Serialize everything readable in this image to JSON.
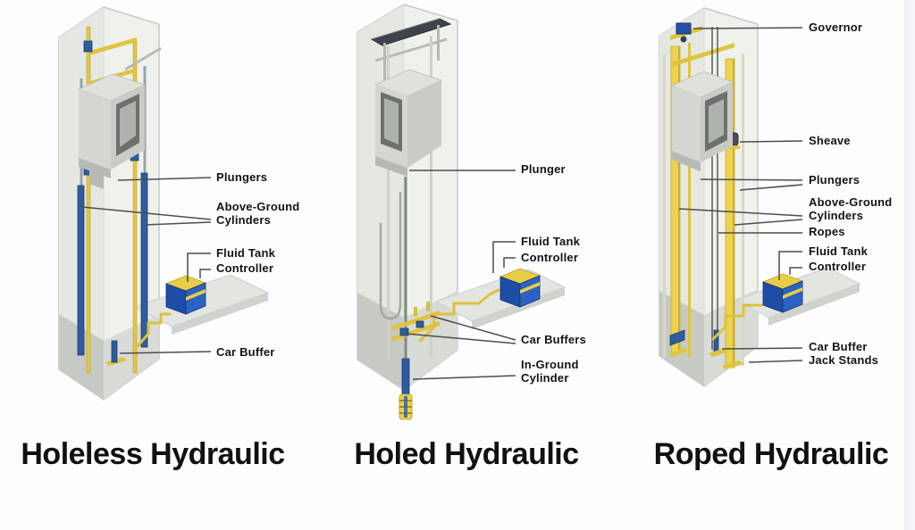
{
  "figure": {
    "panels": [
      {
        "title": "Holeless Hydraulic",
        "labels": {
          "plungers": "Plungers",
          "above_ground_line1": "Above-Ground",
          "above_ground_line2": "Cylinders",
          "fluid_tank": "Fluid Tank",
          "controller": "Controller",
          "car_buffer": "Car Buffer"
        }
      },
      {
        "title": "Holed Hydraulic",
        "labels": {
          "plunger": "Plunger",
          "fluid_tank": "Fluid Tank",
          "controller": "Controller",
          "car_buffers": "Car Buffers",
          "in_ground_line1": "In-Ground",
          "in_ground_line2": "Cylinder"
        }
      },
      {
        "title": "Roped Hydraulic",
        "labels": {
          "governor": "Governor",
          "sheave": "Sheave",
          "plungers": "Plungers",
          "above_ground_line1": "Above-Ground",
          "above_ground_line2": "Cylinders",
          "ropes": "Ropes",
          "fluid_tank": "Fluid Tank",
          "controller": "Controller",
          "car_buffer": "Car Buffer",
          "jack_stands": "Jack Stands"
        }
      }
    ],
    "colors": {
      "page_bg": "#fdfdfe",
      "label_text": "#141414",
      "title_text": "#111111",
      "leader_line": "#4d4d4d",
      "rail_yellow": "#e4c63e",
      "cylinder_blue": "#2e5c9d",
      "controller_blue": "#1d4da6",
      "controller_top_yellow": "#e8cd46",
      "shaft_fill": "#eff1ed",
      "pipe_yellow": "#ddc13a",
      "crosshead_dark": "#3f444b",
      "rope_dark": "#4a5547"
    }
  }
}
